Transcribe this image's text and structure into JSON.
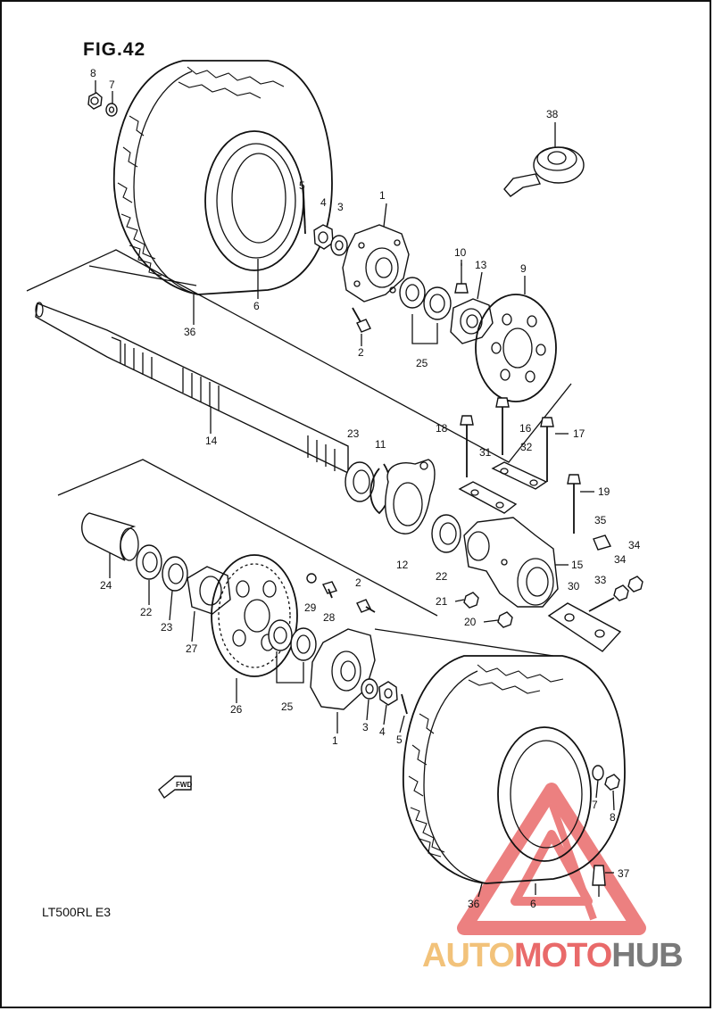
{
  "figure_title": "FIG.42",
  "model_code": "LT500RL  E3",
  "fwd_label": "FWD",
  "watermark": {
    "part1": "AUTO",
    "part2": "MOTO",
    "part3": "HUB",
    "color_light": "#f2c27a",
    "color_red": "#e96a6a",
    "color_gray": "#7a7a7a"
  },
  "part_labels": [
    {
      "id": "p8a",
      "text": "8"
    },
    {
      "id": "p7a",
      "text": "7"
    },
    {
      "id": "p5a",
      "text": "5"
    },
    {
      "id": "p4a",
      "text": "4"
    },
    {
      "id": "p3a",
      "text": "3"
    },
    {
      "id": "p1a",
      "text": "1"
    },
    {
      "id": "p38",
      "text": "38"
    },
    {
      "id": "p10",
      "text": "10"
    },
    {
      "id": "p13",
      "text": "13"
    },
    {
      "id": "p9",
      "text": "9"
    },
    {
      "id": "p2a",
      "text": "2"
    },
    {
      "id": "p25a",
      "text": "25"
    },
    {
      "id": "p6a",
      "text": "6"
    },
    {
      "id": "p36a",
      "text": "36"
    },
    {
      "id": "p14",
      "text": "14"
    },
    {
      "id": "p18",
      "text": "18"
    },
    {
      "id": "p16",
      "text": "16"
    },
    {
      "id": "p17",
      "text": "17"
    },
    {
      "id": "p23a",
      "text": "23"
    },
    {
      "id": "p11",
      "text": "11"
    },
    {
      "id": "p31",
      "text": "31"
    },
    {
      "id": "p32",
      "text": "32"
    },
    {
      "id": "p19",
      "text": "19"
    },
    {
      "id": "p35",
      "text": "35"
    },
    {
      "id": "p34a",
      "text": "34"
    },
    {
      "id": "p34b",
      "text": "34"
    },
    {
      "id": "p12",
      "text": "12"
    },
    {
      "id": "p22a",
      "text": "22"
    },
    {
      "id": "p15",
      "text": "15"
    },
    {
      "id": "p33",
      "text": "33"
    },
    {
      "id": "p30",
      "text": "30"
    },
    {
      "id": "p21",
      "text": "21"
    },
    {
      "id": "p20",
      "text": "20"
    },
    {
      "id": "p24",
      "text": "24"
    },
    {
      "id": "p22b",
      "text": "22"
    },
    {
      "id": "p23b",
      "text": "23"
    },
    {
      "id": "p27",
      "text": "27"
    },
    {
      "id": "p29",
      "text": "29"
    },
    {
      "id": "p28",
      "text": "28"
    },
    {
      "id": "p2b",
      "text": "2"
    },
    {
      "id": "p26",
      "text": "26"
    },
    {
      "id": "p25b",
      "text": "25"
    },
    {
      "id": "p1b",
      "text": "1"
    },
    {
      "id": "p3b",
      "text": "3"
    },
    {
      "id": "p4b",
      "text": "4"
    },
    {
      "id": "p5b",
      "text": "5"
    },
    {
      "id": "p7b",
      "text": "7"
    },
    {
      "id": "p8b",
      "text": "8"
    },
    {
      "id": "p37",
      "text": "37"
    },
    {
      "id": "p36b",
      "text": "36"
    },
    {
      "id": "p6b",
      "text": "6"
    }
  ]
}
